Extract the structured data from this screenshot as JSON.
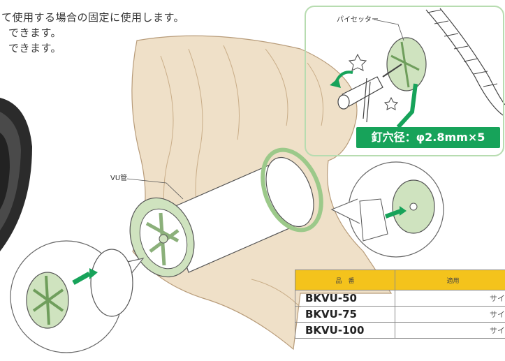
{
  "description": {
    "lines": [
      "て使用する場合の固定に使用します。",
      "できます。",
      "できます。"
    ]
  },
  "labels": {
    "vu_pipe": "VU管",
    "pipe_setter": "パイセッター"
  },
  "nail_hole": "釘穴径：φ2.8mm×5",
  "table": {
    "headers": [
      "品　番",
      "適用"
    ],
    "rows": [
      {
        "code": "BKVU-50",
        "application": "サイ"
      },
      {
        "code": "BKVU-75",
        "application": "サイ"
      },
      {
        "code": "BKVU-100",
        "application": "サイ"
      }
    ]
  },
  "colors": {
    "accent_green": "#17a35a",
    "part_green": "#cfe3bf",
    "wood": "#efe0c8",
    "table_header": "#f4c31c"
  }
}
